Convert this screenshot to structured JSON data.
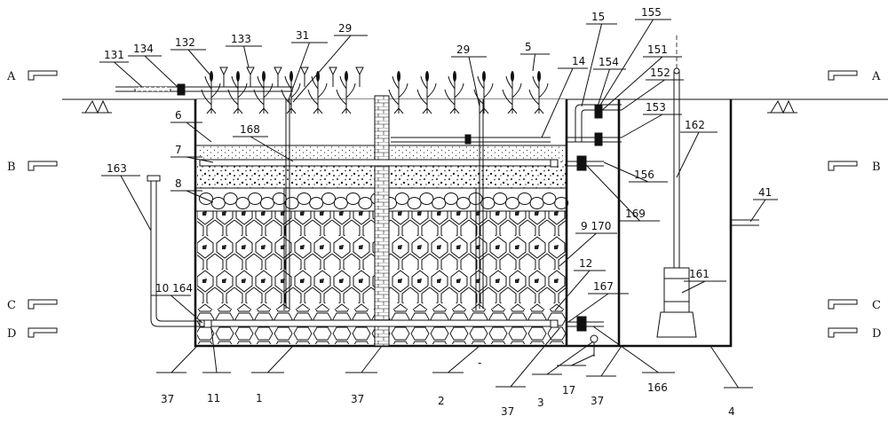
{
  "sections": {
    "left": [
      "A",
      "B",
      "C",
      "D"
    ],
    "right": [
      "A",
      "B",
      "C",
      "D"
    ]
  },
  "labels": {
    "n131": "131",
    "n134": "134",
    "n132": "132",
    "n133": "133",
    "n31": "31",
    "n29a": "29",
    "n29b": "29",
    "n5": "5",
    "n14": "14",
    "n15": "15",
    "n155": "155",
    "n154": "154",
    "n151": "151",
    "n152": "152",
    "n153": "153",
    "n162": "162",
    "n6": "6",
    "n168": "168",
    "n7": "7",
    "n156": "156",
    "n163": "163",
    "n8": "8",
    "n169": "169",
    "n170": "9 170",
    "n41": "41",
    "n12": "12",
    "n10164": "10 164",
    "n167": "167",
    "n161": "161",
    "n37a": "37",
    "n11": "11",
    "n1": "1",
    "n37b": "37",
    "n2": "2",
    "n37c": "37",
    "n3": "3",
    "n17": "17",
    "n37d": "37",
    "n166": "166",
    "n4": "4",
    "dot": "-"
  }
}
